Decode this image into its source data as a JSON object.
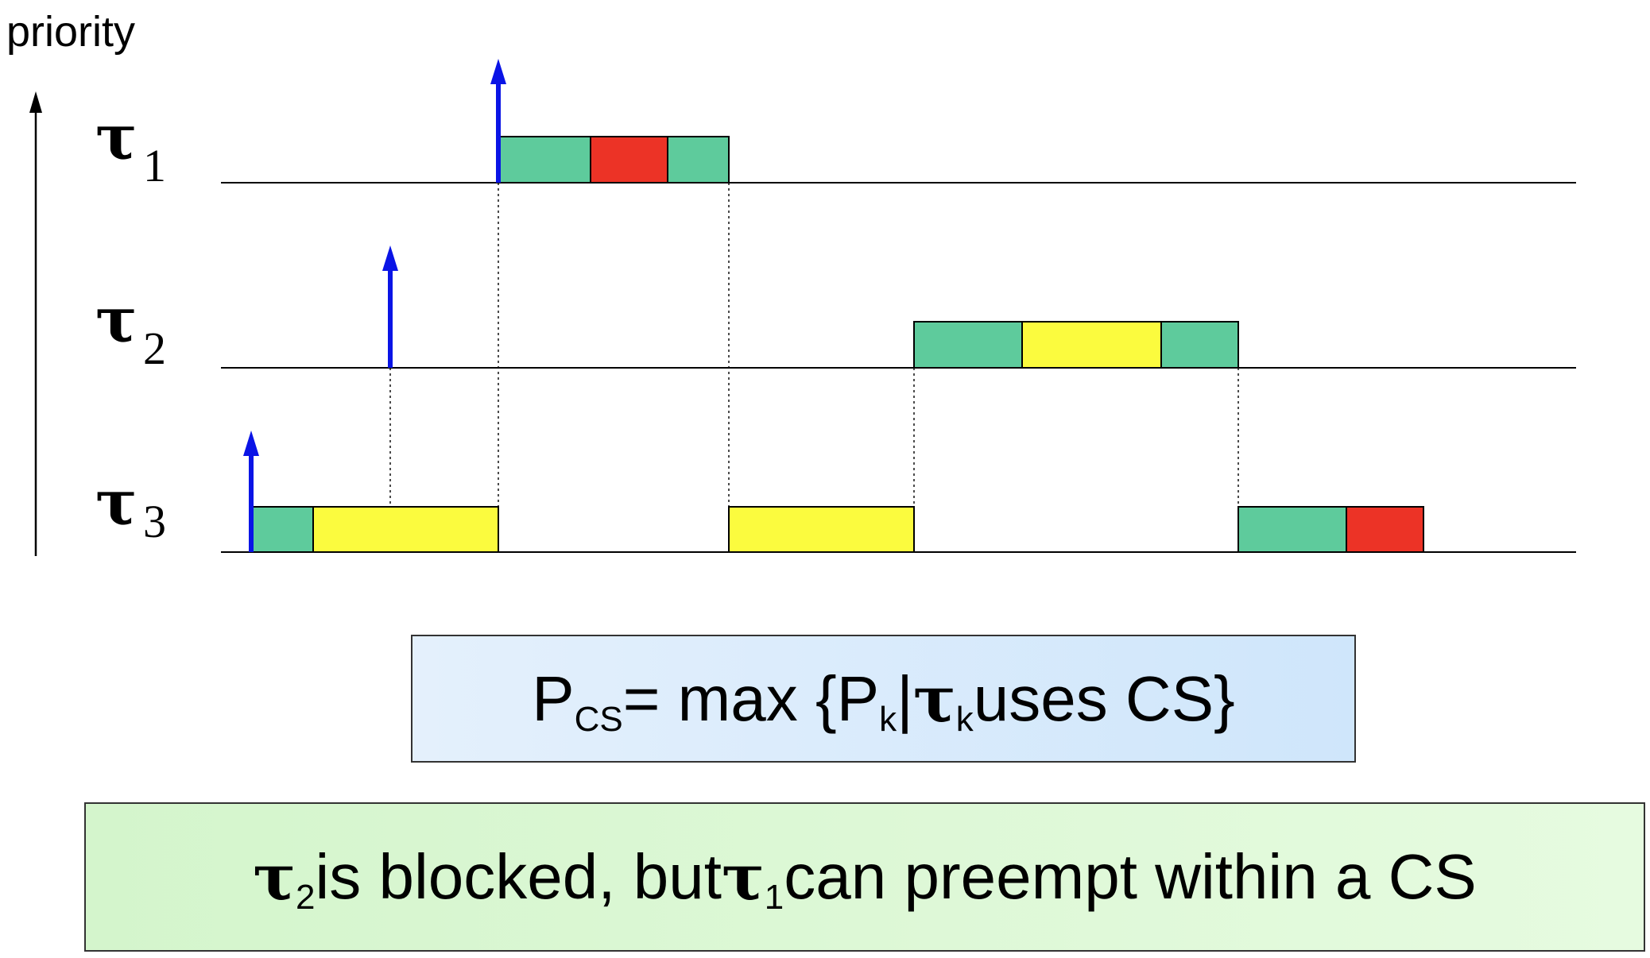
{
  "axis": {
    "label": "priority"
  },
  "tasks": [
    {
      "symbol": "τ",
      "index": "1"
    },
    {
      "symbol": "τ",
      "index": "2"
    },
    {
      "symbol": "τ",
      "index": "3"
    }
  ],
  "colors": {
    "normal": "#5ecb9c",
    "critical_section_shared": "#ec3326",
    "critical_section_local": "#fbfb3e",
    "arrival_arrow": "#0a14e6"
  },
  "formula": {
    "p": "P",
    "p_sub": "CS",
    "eq": " = max {P",
    "k1": "k",
    "bar": " | ",
    "tau": "τ",
    "k2": "k",
    "rest": " uses CS}"
  },
  "note": {
    "tau_a": "τ",
    "sub_a": "2",
    "text_a": " is blocked, but ",
    "tau_b": "τ",
    "sub_b": "1",
    "text_b": " can preempt within a CS"
  }
}
